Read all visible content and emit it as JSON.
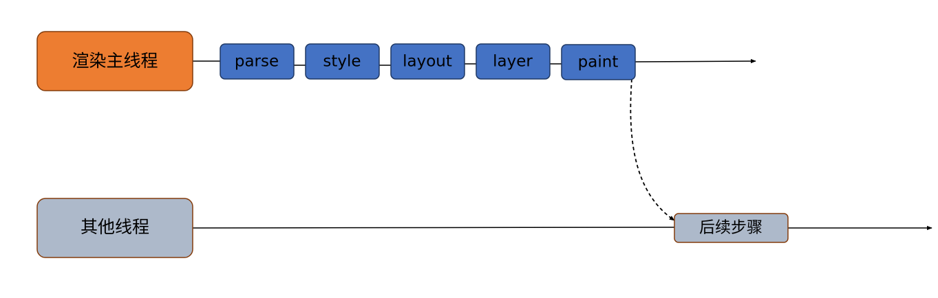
{
  "main_thread": {
    "label": "渲染主线程",
    "color": "#ED7D31",
    "steps": [
      "parse",
      "style",
      "layout",
      "layer",
      "paint"
    ],
    "step_color": "#4472C4"
  },
  "other_thread": {
    "label": "其他线程",
    "color": "#ADB9CA",
    "step": "后续步骤"
  },
  "colors": {
    "border_dark": "#843C0C",
    "step_border": "#1F3864",
    "line": "#000000"
  }
}
